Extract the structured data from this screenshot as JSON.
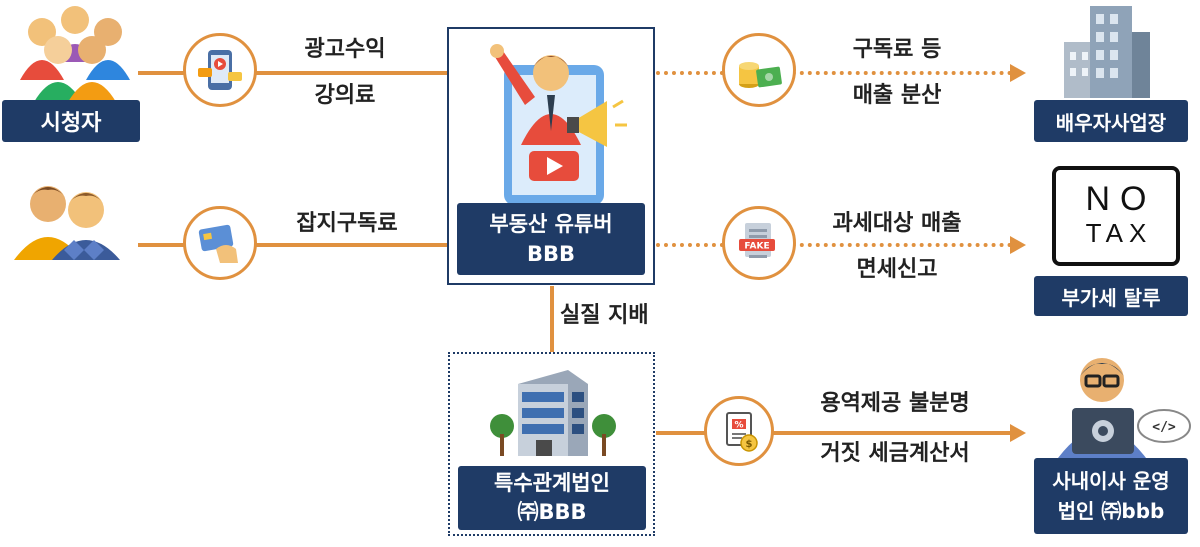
{
  "left": {
    "viewers_label": "시청자",
    "viewers_flow": [
      "광고수익",
      "강의료"
    ],
    "subscribers_flow": "잡지구독료"
  },
  "center": {
    "youtuber_line1": "부동산 유튜버",
    "youtuber_line2": "BBB",
    "control_label": "실질 지배",
    "corp_line1": "특수관계법인",
    "corp_line2": "㈜BBB"
  },
  "right": {
    "top_flow": [
      "구독료 등",
      "매출 분산"
    ],
    "top_target": "배우자사업장",
    "middle_flow": [
      "과세대상 매출",
      "면세신고"
    ],
    "middle_target": "부가세 탈루",
    "notax_sign": [
      "NO",
      "TAX"
    ],
    "bottom_flow": [
      "용역제공 불분명",
      "거짓 세금계산서"
    ],
    "bottom_target": [
      "사내이사 운영",
      "법인 ㈜bbb"
    ]
  },
  "icons": {
    "fake_tag": "FAKE",
    "percent": "%",
    "dollar": "$",
    "code": "</>"
  },
  "colors": {
    "accent": "#e0913f",
    "navy": "#1f3b66"
  }
}
